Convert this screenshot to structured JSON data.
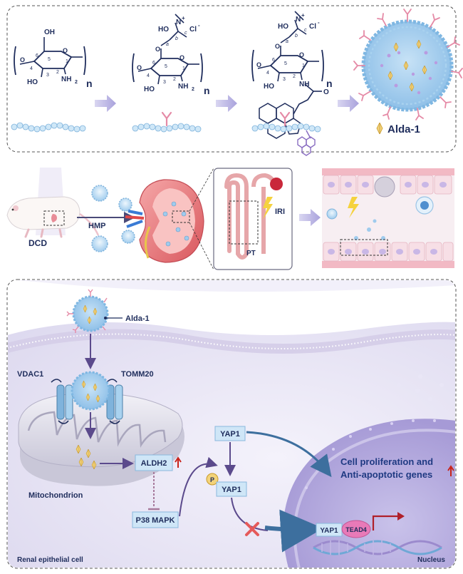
{
  "panel_a": {
    "struct1": {
      "oh_top": "OH",
      "c6": "6",
      "c5": "5",
      "o": "O",
      "c1": "1",
      "oh_left": "HO",
      "c3": "3",
      "c2": "2",
      "nh2": "NH",
      "sub2": "2",
      "n": "n",
      "o_link": "O",
      "c4": "4"
    },
    "struct2": {
      "ho": "HO",
      "npl": "N",
      "plus": "+",
      "cl": "Cl",
      "minus": "-",
      "a": "a",
      "b": "b",
      "c": "c",
      "c6": "6",
      "c5": "5",
      "o": "O",
      "c1": "1",
      "ho2": "HO",
      "c3": "3",
      "c2": "2",
      "nh2": "NH",
      "sub2": "2",
      "n": "n",
      "o_link": "O",
      "o_ring": "O",
      "c4": "4"
    },
    "struct3": {
      "ho": "HO",
      "npl": "N",
      "plus": "+",
      "cl": "Cl",
      "minus": "-",
      "a": "a",
      "b": "b",
      "c": "c",
      "c6": "6",
      "c5": "5",
      "o": "O",
      "c1": "1",
      "ho2": "HO",
      "c3": "3",
      "c2": "2",
      "nh": "NH",
      "o_amide": "O",
      "n": "n",
      "o_link": "O",
      "o_ring": "O",
      "c4": "4"
    },
    "legend_label": "Alda-1"
  },
  "panel_b": {
    "dcd_label": "DCD",
    "hmp_label": "HMP",
    "iri_label": "IRI",
    "pt_label": "PT"
  },
  "panel_c": {
    "alda_label": "Alda-1",
    "vdac1_label": "VDAC1",
    "tomm20_label": "TOMM20",
    "mito_label": "Mitochondrion",
    "aldh2_label": "ALDH2",
    "p38_label": "P38 MAPK",
    "yap1_top": "YAP1",
    "p_label": "P",
    "yap1_mid": "YAP1",
    "yap1_dna": "YAP1",
    "tead4_label": "TEAD4",
    "outcome_line1": "Cell proliferation and",
    "outcome_line2": "Anti-apoptotic genes",
    "cell_label": "Renal epithelial cell",
    "nucleus_label": "Nucleus"
  },
  "colors": {
    "navy": "#1f2d5c",
    "purple_arrow": "#b9b3e0",
    "blue_box": "#cfe6f7",
    "red": "#c8241b",
    "pink": "#f29ab0",
    "nano": "#a9d2ef"
  }
}
